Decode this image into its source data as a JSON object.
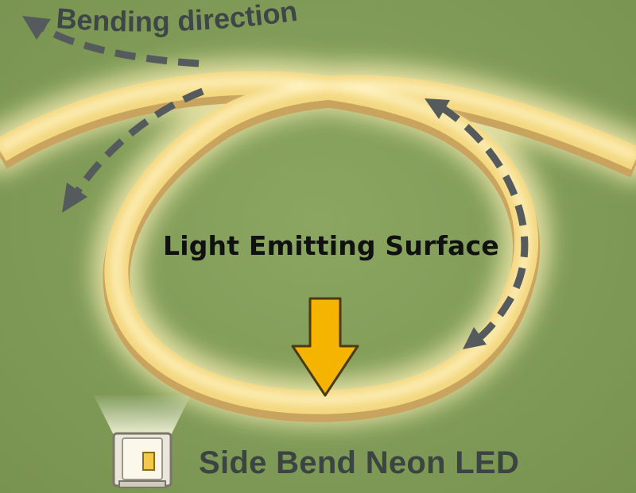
{
  "bending_direction_label": "Bending direction",
  "light_emitting_label": "Light Emitting Surface",
  "product_label": "Side Bend Neon LED",
  "colors": {
    "background": "#7f9b57",
    "neon_strip": "#f3d77f",
    "neon_glow": "#fff2b0",
    "arrow_dash": "#555a5c",
    "indicator_arrow": "#f5b400",
    "text_dark": "#3c4443"
  },
  "icons": [
    "dashed-curved-arrow-icon",
    "down-arrow-icon",
    "neon-profile-icon"
  ]
}
